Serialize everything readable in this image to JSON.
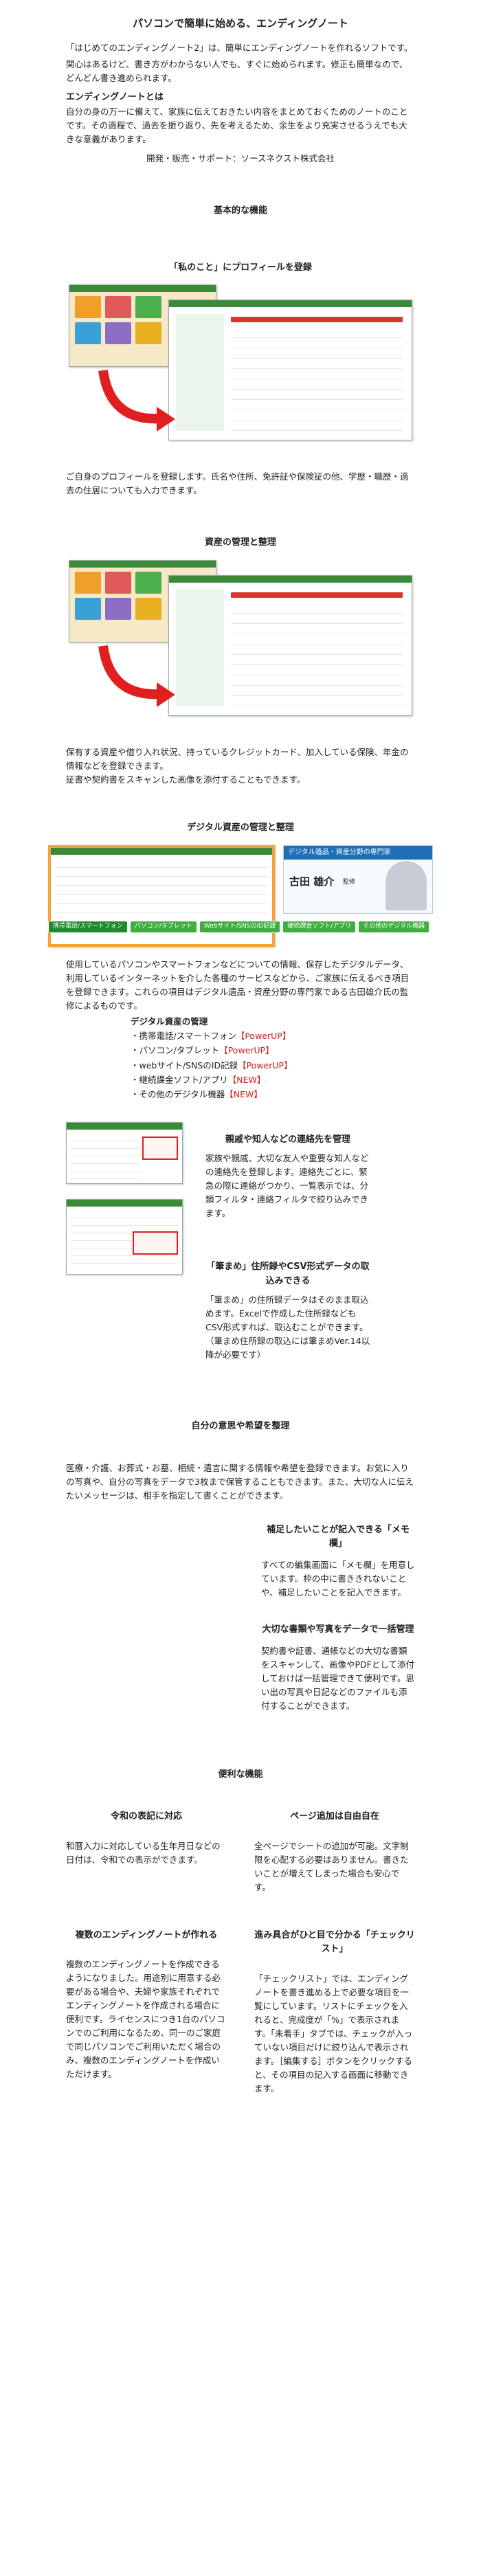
{
  "header": {
    "title": "パソコンで簡単に始める、エンディングノート"
  },
  "intro": {
    "p1": "「はじめてのエンディングノート2」は、簡単にエンディングノートを作れるソフトです。",
    "p2": "関心はあるけど、書き方がわからない人でも、すぐに始められます。修正も簡単なので、どんどん書き進められます。",
    "h": "エンディングノートとは",
    "p3": "自分の身の万一に備えて、家族に伝えておきたい内容をまとめておくためのノートのことです。その過程で、過去を振り返り、先を考えるため、余生をより充実させるうえでも大きな意義があります。",
    "dev": "開発・販売・サポート：ソースネクスト株式会社"
  },
  "basic": {
    "title": "基本的な機能",
    "profile": {
      "title": "「私のこと」にプロフィールを登録",
      "text": "ご自身のプロフィールを登録します。氏名や住所、免許証や保険証の他、学歴・職歴・過去の住居についても入力できます。"
    },
    "assets": {
      "title": "資産の管理と整理",
      "text1": "保有する資産や借り入れ状況、持っているクレジットカード、加入している保険、年金の情報などを登録できます。",
      "text2": "証書や契約書をスキャンした画像を添付することもできます。"
    },
    "digital": {
      "title": "デジタル資産の管理と整理",
      "expert_caption": "デジタル遺品・資産分野の専門家",
      "expert_name": "古田 雄介",
      "expert_role": "監修",
      "buttons": [
        "携帯電話/スマートフォン",
        "パソコン/タブレット",
        "Webサイト/SNSのID記録",
        "継続課金ソフト/アプリ",
        "その他のデジタル機器"
      ],
      "text": "使用しているパソコンやスマートフォンなどについての情報、保存したデジタルデータ、利用しているインターネットを介した各種のサービスなどから、ご家族に伝えるべき項目を登録できます。これらの項目はデジタル遺品・資産分野の専門家である古田雄介氏の監修によるものです。",
      "list_title": "デジタル資産の管理",
      "items": [
        {
          "label": "・携帯電話/スマートフォン",
          "tag": "【PowerUP】"
        },
        {
          "label": "・パソコン/タブレット",
          "tag": "【PowerUP】"
        },
        {
          "label": "・webサイト/SNSのID記録",
          "tag": "【PowerUP】"
        },
        {
          "label": "・継続課金ソフト/アプリ",
          "tag": "【NEW】"
        },
        {
          "label": "・その他のデジタル機器",
          "tag": "【NEW】"
        }
      ]
    },
    "contacts": {
      "title": "親戚や知人などの連絡先を管理",
      "text": "家族や親戚、大切な友人や重要な知人などの連絡先を登録します。連絡先ごとに、緊急の際に連絡がつかり、一覧表示では、分類フィルタ・連絡フィルタで絞り込みできます。"
    },
    "hikkei": {
      "title": "「筆まめ」住所録やCSV形式データの取込みできる",
      "text": "「筆まめ」の住所録データはそのまま取込めます。Excelで作成した住所録などもCSV形式すれば、取込むことができます。",
      "note": "（筆まめ住所録の取込には筆まめVer.14以降が必要です）"
    },
    "wishes": {
      "title": "自分の意思や希望を整理",
      "text": "医療・介護、お葬式・お墓、相続・遺言に関する情報や希望を登録できます。お気に入りの写真や、自分の写真をデータで3枚まで保管することもできます。また、大切な人に伝えたいメッセージは、相手を指定して書くことができます。"
    },
    "memo": {
      "title": "補足したいことが記入できる「メモ欄」",
      "text": "すべての編集画面に「メモ欄」を用意しています。枠の中に書ききれないことや、補足したいことを記入できます。"
    },
    "docs": {
      "title": "大切な書類や写真をデータで一括管理",
      "text": "契約書や証書、通帳などの大切な書類をスキャンして、画像やPDFとして添付しておけば一括管理できて便利です。思い出の写真や日記などのファイルも添付することができます。"
    }
  },
  "convenient": {
    "title": "便利な機能",
    "reiwa": {
      "title": "令和の表記に対応",
      "text": "和暦入力に対応している生年月日などの日付は、令和での表示ができます。"
    },
    "pages": {
      "title": "ページ追加は自由自在",
      "text": "全ページでシートの追加が可能。文字制限を心配する必要はありません。書きたいことが増えてしまった場合も安心です。"
    },
    "multi": {
      "title": "複数のエンディングノートが作れる",
      "text": "複数のエンディングノートを作成できるようになりました。用途別に用意する必要がある場合や、夫婦や家族それぞれでエンディングノートを作成される場合に便利です。ライセンスにつき1台のパソコンでのご利用になるため、同一のご家庭で同じパソコンでご利用いただく場合のみ、複数のエンディングノートを作成いただけます。"
    },
    "checklist": {
      "title": "進み具合がひと目で分かる「チェックリスト」",
      "text": "「チェックリスト」では、エンディングノートを書き進める上で必要な項目を一覧にしています。リストにチェックを入れると、完成度が「%」で表示されます。「未着手」タブでは、チェックが入っていない項目だけに絞り込んで表示されます。［編集する］ボタンをクリックすると、その項目の記入する画面に移動できます。"
    }
  },
  "colors": {
    "accent_red": "#d0201a",
    "app_green": "#1f8a2e",
    "frame_orange": "#f3a33a"
  }
}
